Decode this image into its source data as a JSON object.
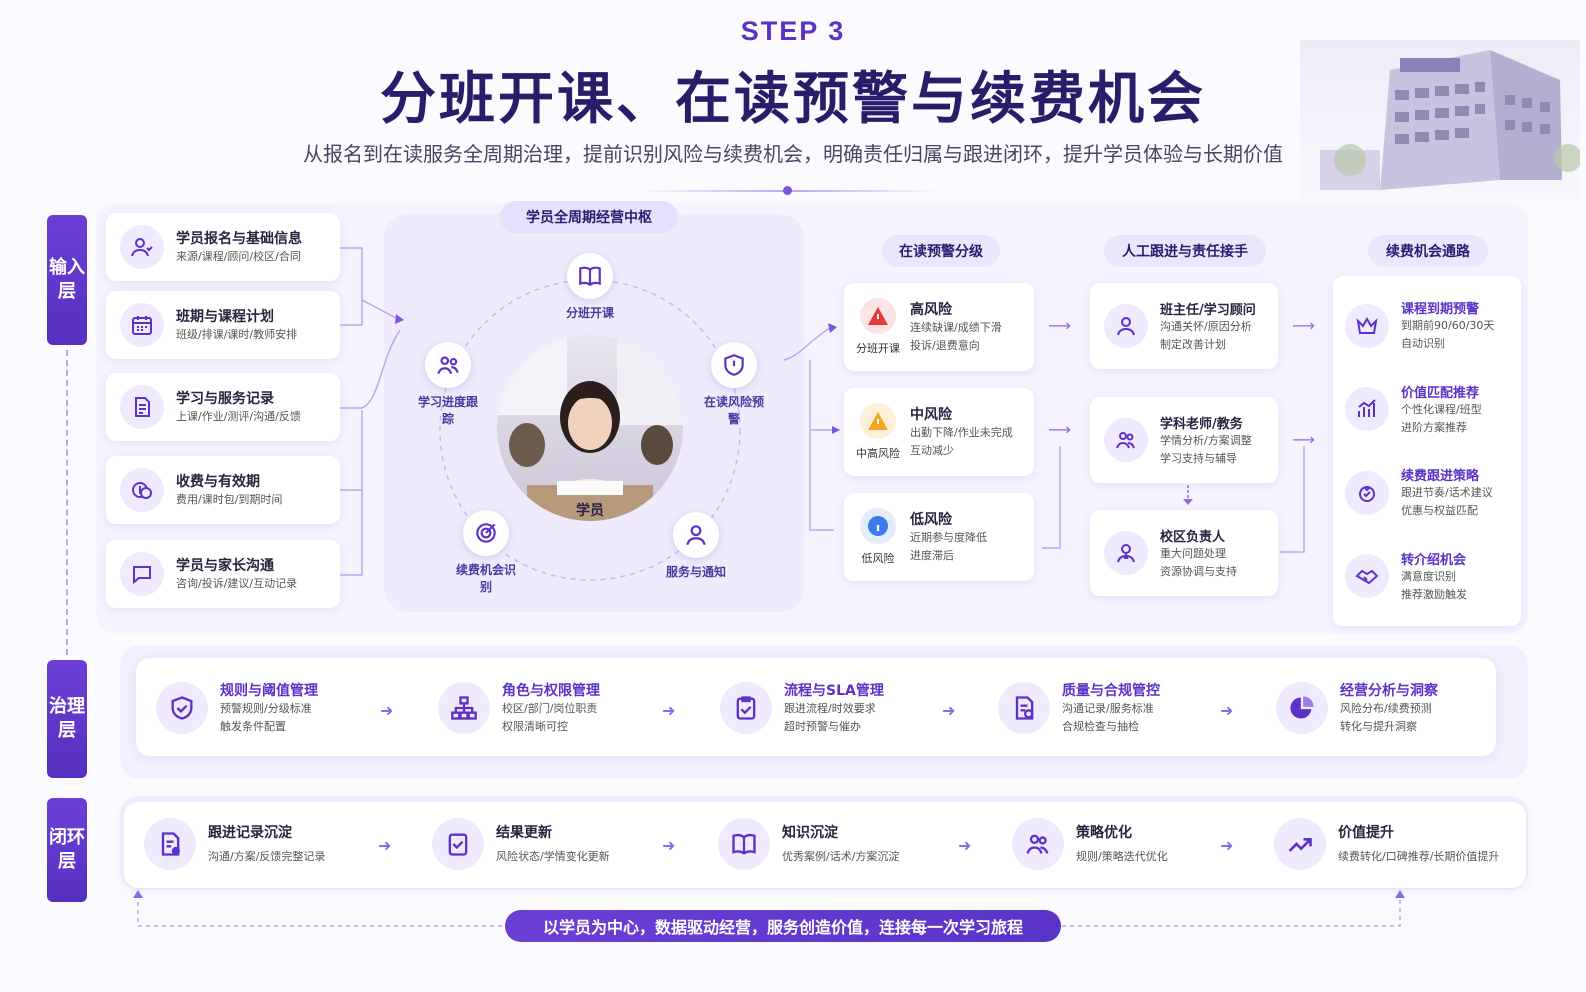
{
  "header": {
    "step": "STEP 3",
    "title": "分班开课、在读预警与续费机会",
    "subtitle": "从报名到在读服务全周期治理，提前识别风险与续费机会，明确责任归属与跟进闭环，提升学员体验与长期价值"
  },
  "layers": {
    "input": "输入层",
    "governance": "治理层",
    "loop": "闭环层"
  },
  "inputs": [
    {
      "title": "学员报名与基础信息",
      "sub": "来源/课程/顾问/校区/合同",
      "icon": "user-card-icon"
    },
    {
      "title": "班期与课程计划",
      "sub": "班级/排课/课时/教师安排",
      "icon": "calendar-icon"
    },
    {
      "title": "学习与服务记录",
      "sub": "上课/作业/测评/沟通/反馈",
      "icon": "document-icon"
    },
    {
      "title": "收费与有效期",
      "sub": "费用/课时包/到期时间",
      "icon": "coins-icon"
    },
    {
      "title": "学员与家长沟通",
      "sub": "咨询/投诉/建议/互动记录",
      "icon": "chat-icon"
    }
  ],
  "hub": {
    "label": "学员全周期经营中枢",
    "center": "学员",
    "nodes": [
      {
        "label": "分班开课",
        "icon": "book-icon"
      },
      {
        "label": "在读风险预警",
        "icon": "shield-icon"
      },
      {
        "label": "服务与通知",
        "icon": "person-icon"
      },
      {
        "label": "续费机会识别",
        "icon": "target-icon"
      },
      {
        "label": "学习进度跟踪",
        "icon": "group-icon"
      }
    ]
  },
  "warning": {
    "label": "在读预警分级",
    "items": [
      {
        "badge": "分班开课",
        "title": "高风险",
        "lines": [
          "连续缺课/成绩下滑",
          "投诉/退费意向"
        ],
        "color": "#e23b3b"
      },
      {
        "badge": "中高风险",
        "title": "中风险",
        "lines": [
          "出勤下降/作业未完成",
          "互动减少"
        ],
        "color": "#f2a620"
      },
      {
        "badge": "低风险",
        "title": "低风险",
        "lines": [
          "近期参与度降低",
          "进度滞后"
        ],
        "color": "#3b7be8"
      }
    ]
  },
  "followup": {
    "label": "人工跟进与责任接手",
    "items": [
      {
        "title": "班主任/学习顾问",
        "lines": [
          "沟通关怀/原因分析",
          "制定改善计划"
        ]
      },
      {
        "title": "学科老师/教务",
        "lines": [
          "学情分析/方案调整",
          "学习支持与辅导"
        ]
      },
      {
        "title": "校区负责人",
        "lines": [
          "重大问题处理",
          "资源协调与支持"
        ]
      }
    ]
  },
  "renewal": {
    "label": "续费机会通路",
    "items": [
      {
        "title": "课程到期预警",
        "lines": [
          "到期前90/60/30天",
          "自动识别"
        ],
        "icon": "crown-icon"
      },
      {
        "title": "价值匹配推荐",
        "lines": [
          "个性化课程/班型",
          "进阶方案推荐"
        ],
        "icon": "chart-icon"
      },
      {
        "title": "续费跟进策略",
        "lines": [
          "跟进节奏/话术建议",
          "优惠与权益匹配"
        ],
        "icon": "gift-icon"
      },
      {
        "title": "转介绍机会",
        "lines": [
          "满意度识别",
          "推荐激励触发"
        ],
        "icon": "handshake-icon"
      }
    ]
  },
  "governance": [
    {
      "title": "规则与阈值管理",
      "lines": [
        "预警规则/分级标准",
        "触发条件配置"
      ],
      "icon": "shield-check-icon"
    },
    {
      "title": "角色与权限管理",
      "lines": [
        "校区/部门/岗位职责",
        "权限清晰可控"
      ],
      "icon": "org-icon"
    },
    {
      "title": "流程与SLA管理",
      "lines": [
        "跟进流程/时效要求",
        "超时预警与催办"
      ],
      "icon": "clipboard-icon"
    },
    {
      "title": "质量与合规管控",
      "lines": [
        "沟通记录/服务标准",
        "合规检查与抽检"
      ],
      "icon": "doc-check-icon"
    },
    {
      "title": "经营分析与洞察",
      "lines": [
        "风险分布/续费预测",
        "转化与提升洞察"
      ],
      "icon": "pie-icon"
    }
  ],
  "loop": [
    {
      "title": "跟进记录沉淀",
      "sub": "沟通/方案/反馈完整记录",
      "icon": "notes-icon"
    },
    {
      "title": "结果更新",
      "sub": "风险状态/学情变化更新",
      "icon": "check-icon"
    },
    {
      "title": "知识沉淀",
      "sub": "优秀案例/话术/方案沉淀",
      "icon": "open-book-icon"
    },
    {
      "title": "策略优化",
      "sub": "规则/策略迭代优化",
      "icon": "people-icon"
    },
    {
      "title": "价值提升",
      "sub": "续费转化/口碑推荐/长期价值提升",
      "icon": "trend-icon"
    }
  ],
  "footer": "以学员为中心，数据驱动经营，服务创造价值，连接每一次学习旅程",
  "colors": {
    "primary": "#5b32c8",
    "accent": "#7b55dc",
    "light": "#efeafd"
  }
}
